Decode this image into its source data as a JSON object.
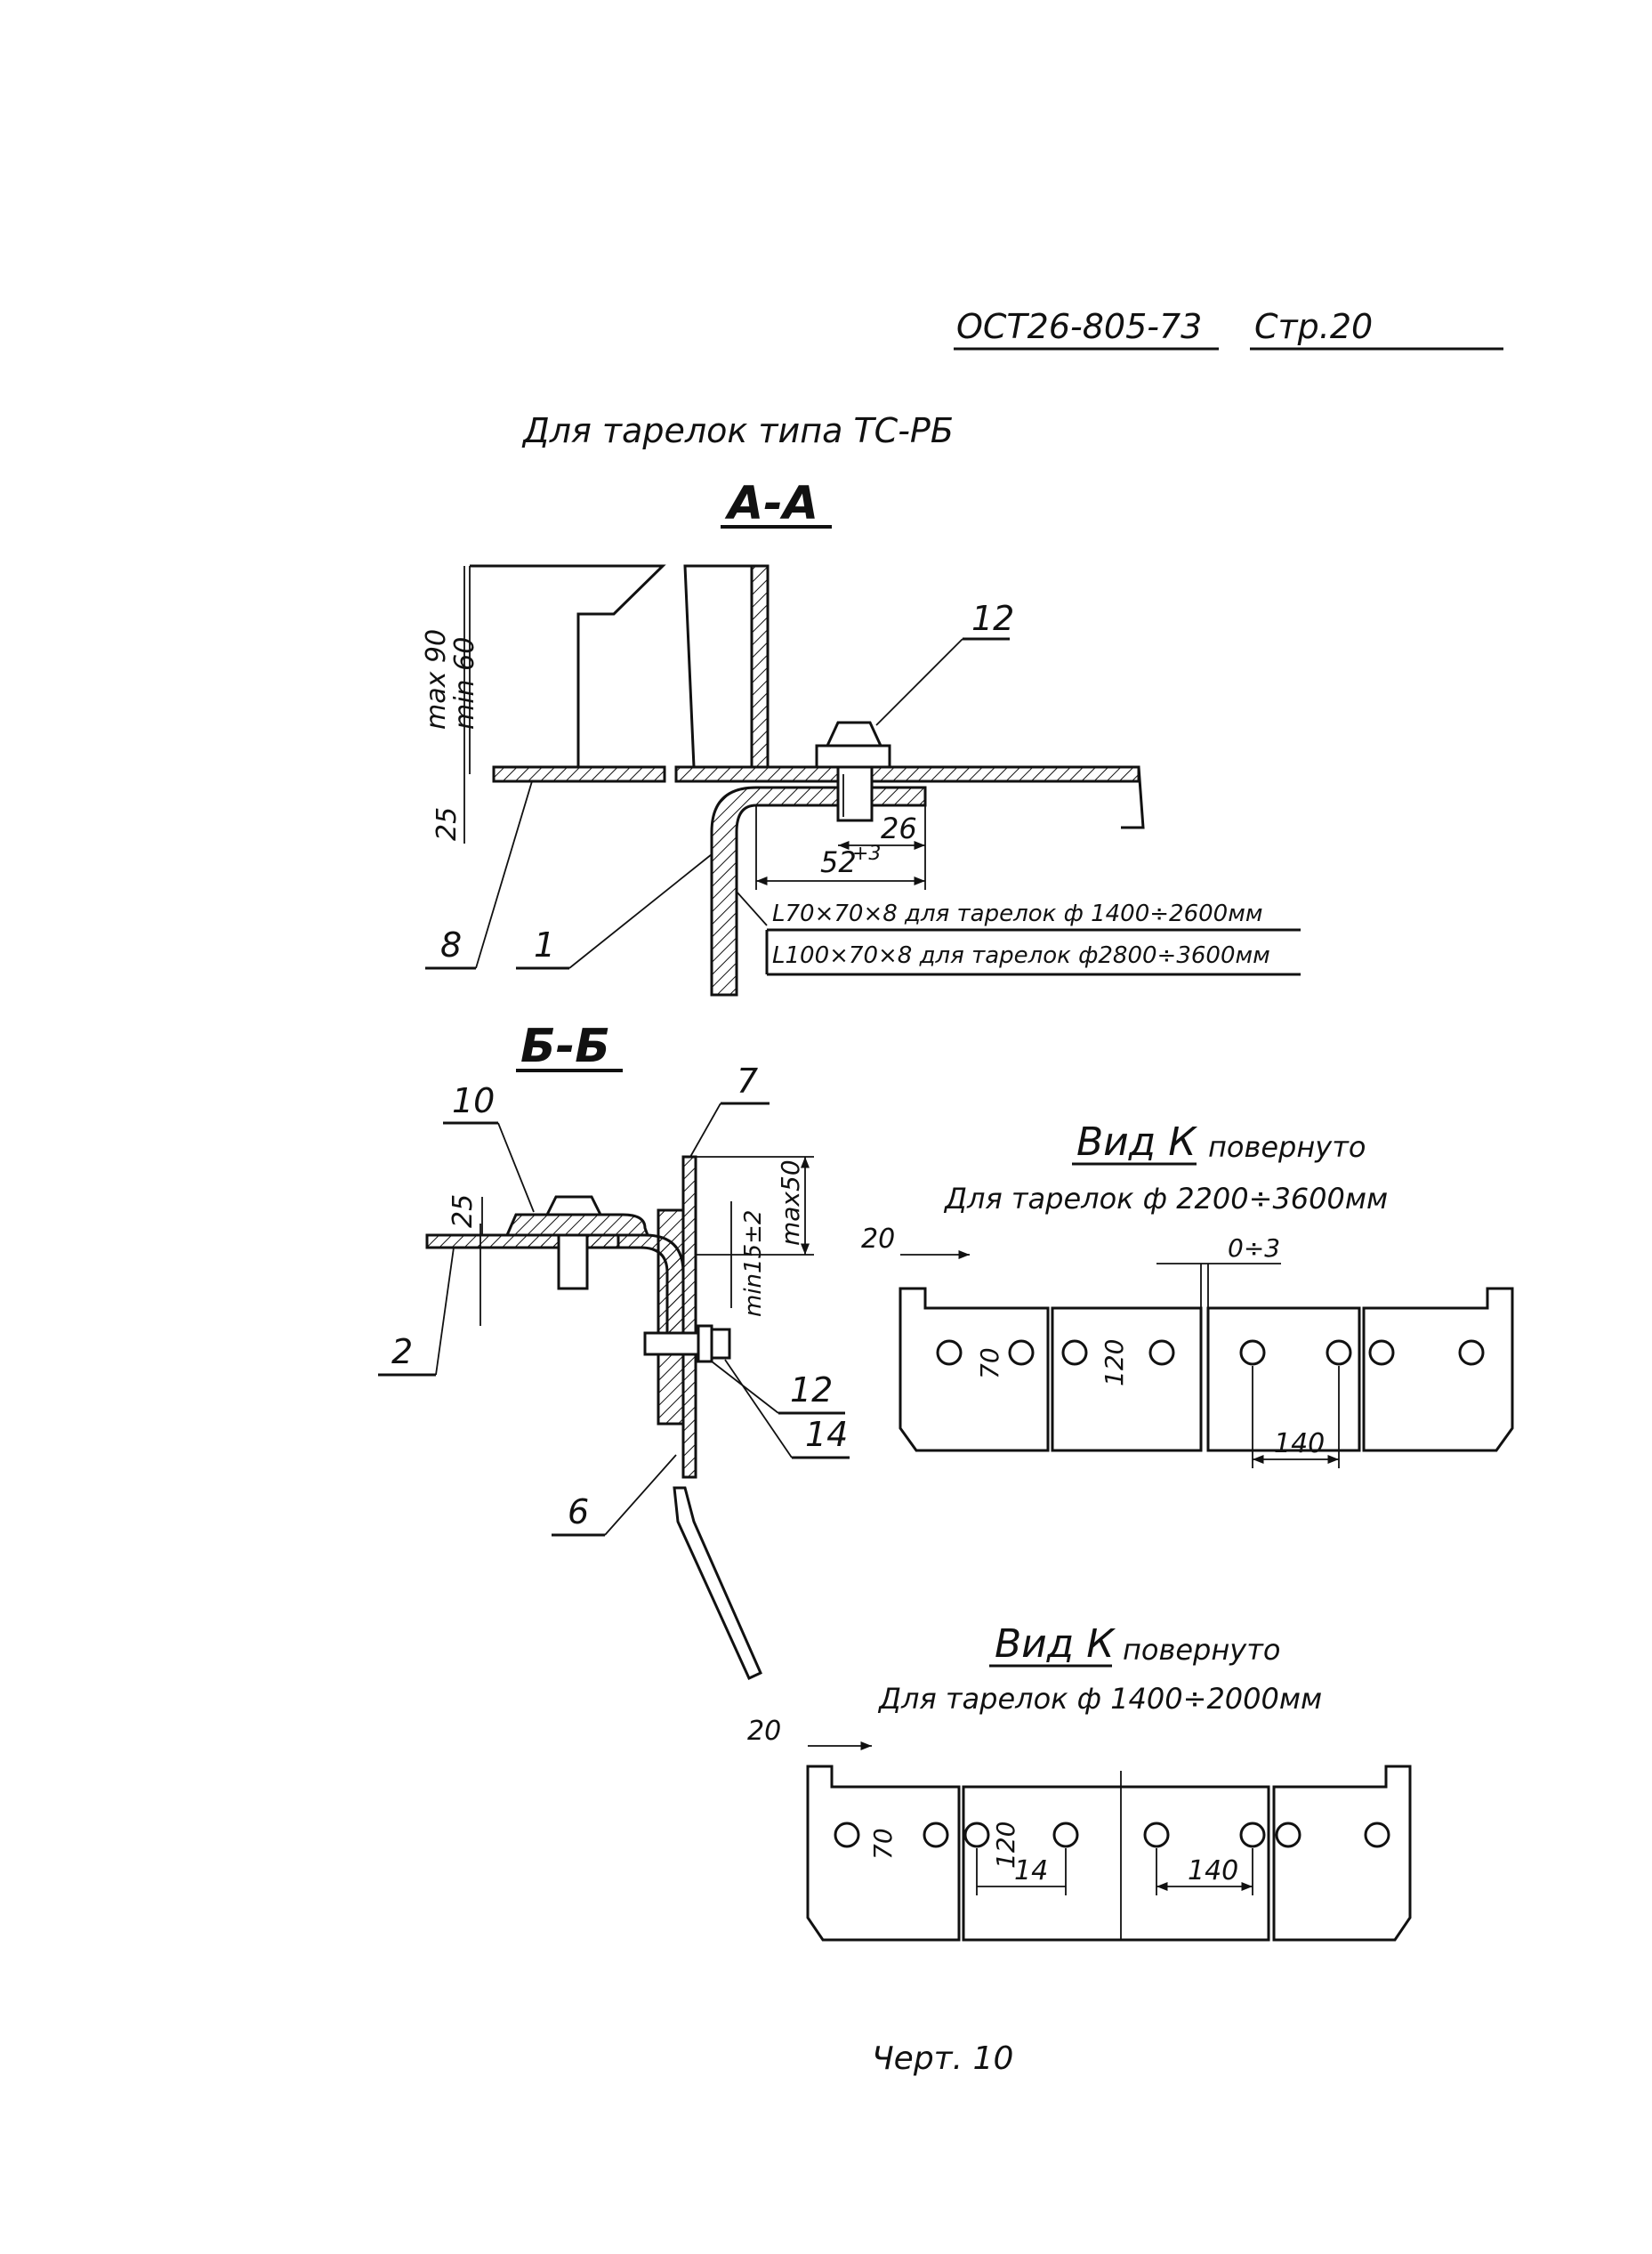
{
  "header": {
    "doc_code": "ОСТ26-805-73",
    "page": "Стр.20"
  },
  "subtitle": "Для тарелок типа ТС-РБ",
  "section_aa": {
    "title": "А-А",
    "dims": {
      "max": "max 90",
      "min": "min 60",
      "d25": "25",
      "d26": "26",
      "d52": "52",
      "d52_tol": "+3"
    },
    "callouts": {
      "c12": "12",
      "c8": "8",
      "c1": "1"
    },
    "note1": "L70×70×8 для тарелок  ф 1400÷2600мм",
    "note2": "L100×70×8 для  тарелок  ф2800÷3600мм"
  },
  "section_bb": {
    "title": "Б-Б",
    "dims": {
      "d25": "25",
      "max50": "max50",
      "min15": "min15±2"
    },
    "callouts": {
      "c10": "10",
      "c7": "7",
      "c2": "2",
      "c12": "12",
      "c14": "14",
      "c6": "6"
    }
  },
  "view_k1": {
    "title": "Вид К",
    "suffix": "повернуто",
    "note": "Для тарелок ф 2200÷3600мм",
    "dims": {
      "d20": "20",
      "gap": "0÷3",
      "d70": "70",
      "d120": "120",
      "d140": "140"
    }
  },
  "view_k2": {
    "title": "Вид К",
    "suffix": "повернуто",
    "note": "Для тарелок ф 1400÷2000мм",
    "dims": {
      "d20": "20",
      "d70": "70",
      "d120": "120",
      "d14": "14",
      "d140": "140"
    }
  },
  "caption": "Черт. 10"
}
